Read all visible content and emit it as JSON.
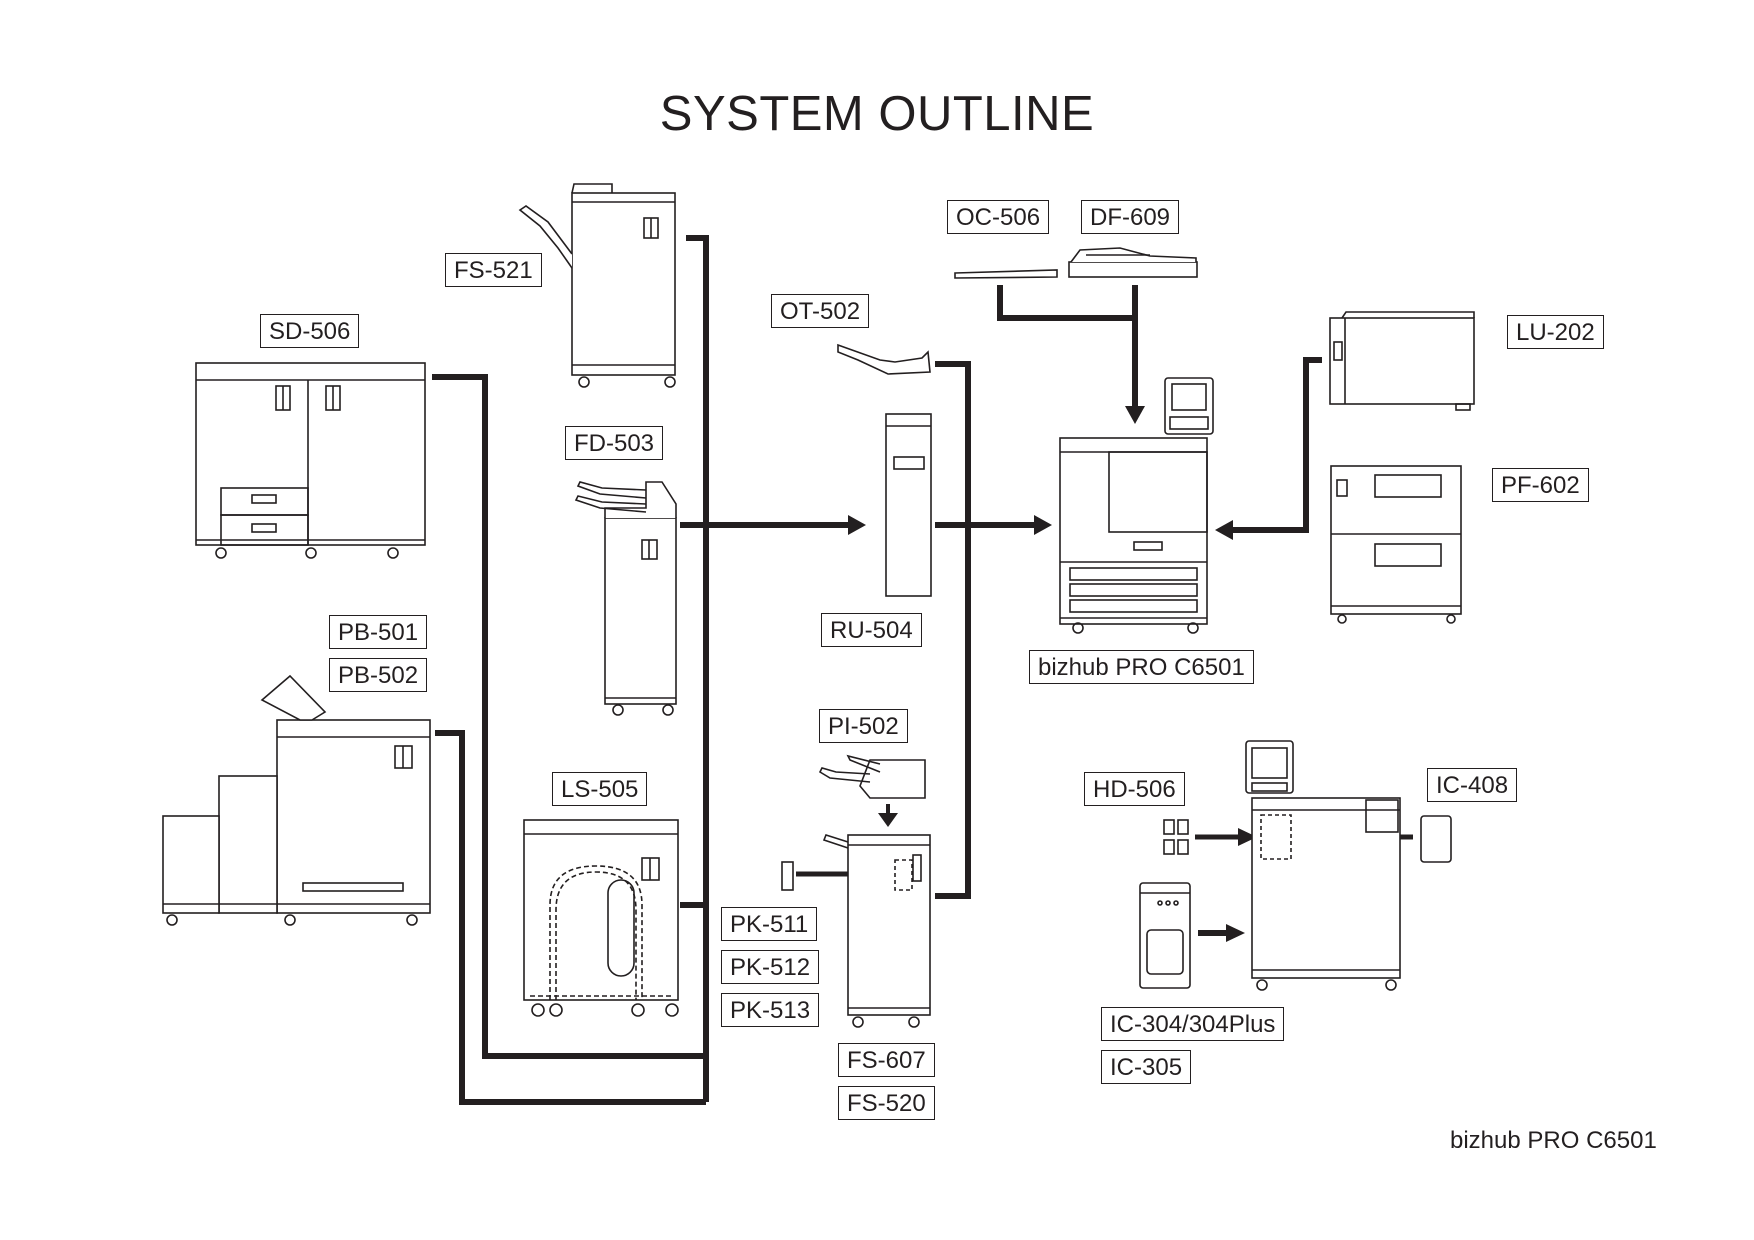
{
  "title": "SYSTEM OUTLINE",
  "footer": "bizhub PRO C6501",
  "labels": {
    "fs521": "FS-521",
    "sd506": "SD-506",
    "fd503": "FD-503",
    "ot502": "OT-502",
    "ru504": "RU-504",
    "oc506": "OC-506",
    "df609": "DF-609",
    "lu202": "LU-202",
    "pf602": "PF-602",
    "main": "bizhub PRO C6501",
    "pb501": "PB-501",
    "pb502": "PB-502",
    "ls505": "LS-505",
    "pi502": "PI-502",
    "pk511": "PK-511",
    "pk512": "PK-512",
    "pk513": "PK-513",
    "fs607": "FS-607",
    "fs520": "FS-520",
    "hd506": "HD-506",
    "ic408": "IC-408",
    "ic304": "IC-304/304Plus",
    "ic305": "IC-305"
  }
}
